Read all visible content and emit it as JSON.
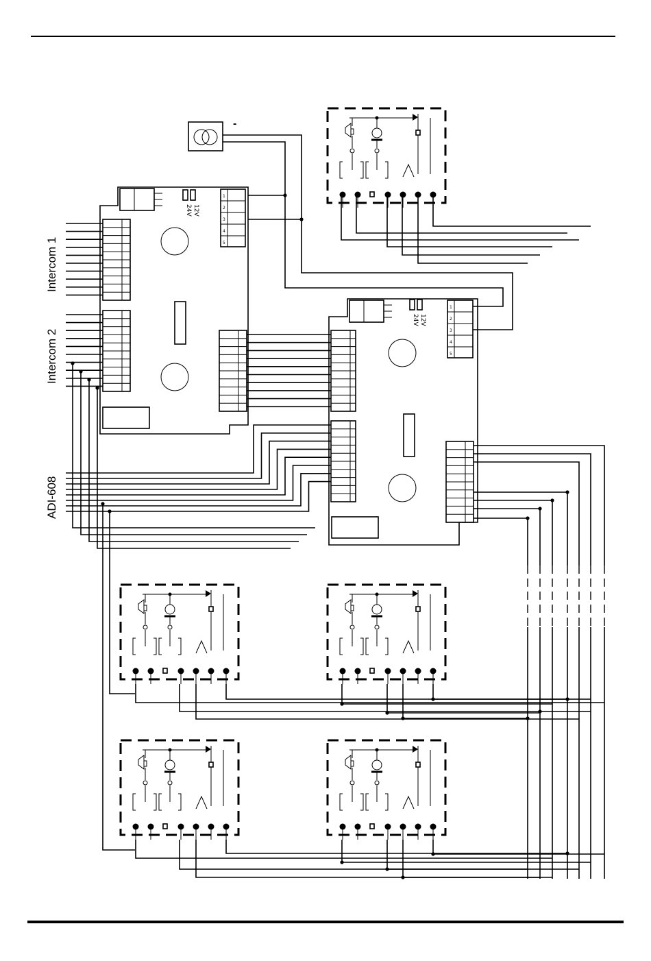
{
  "labels": {
    "intercom1": "Intercom 1",
    "intercom2": "Intercom 2",
    "adi608": "ADI-608",
    "psu_mark": "-",
    "voltage_24": "24V",
    "voltage_12": "12V"
  },
  "terminal_rows": [
    "1",
    "2",
    "3",
    "4",
    "5"
  ],
  "icons": {
    "transformer": "transformer-icon",
    "speaker": "speaker-icon",
    "microphone": "microphone-icon",
    "switch": "switch-icon",
    "diode": "diode-icon"
  }
}
